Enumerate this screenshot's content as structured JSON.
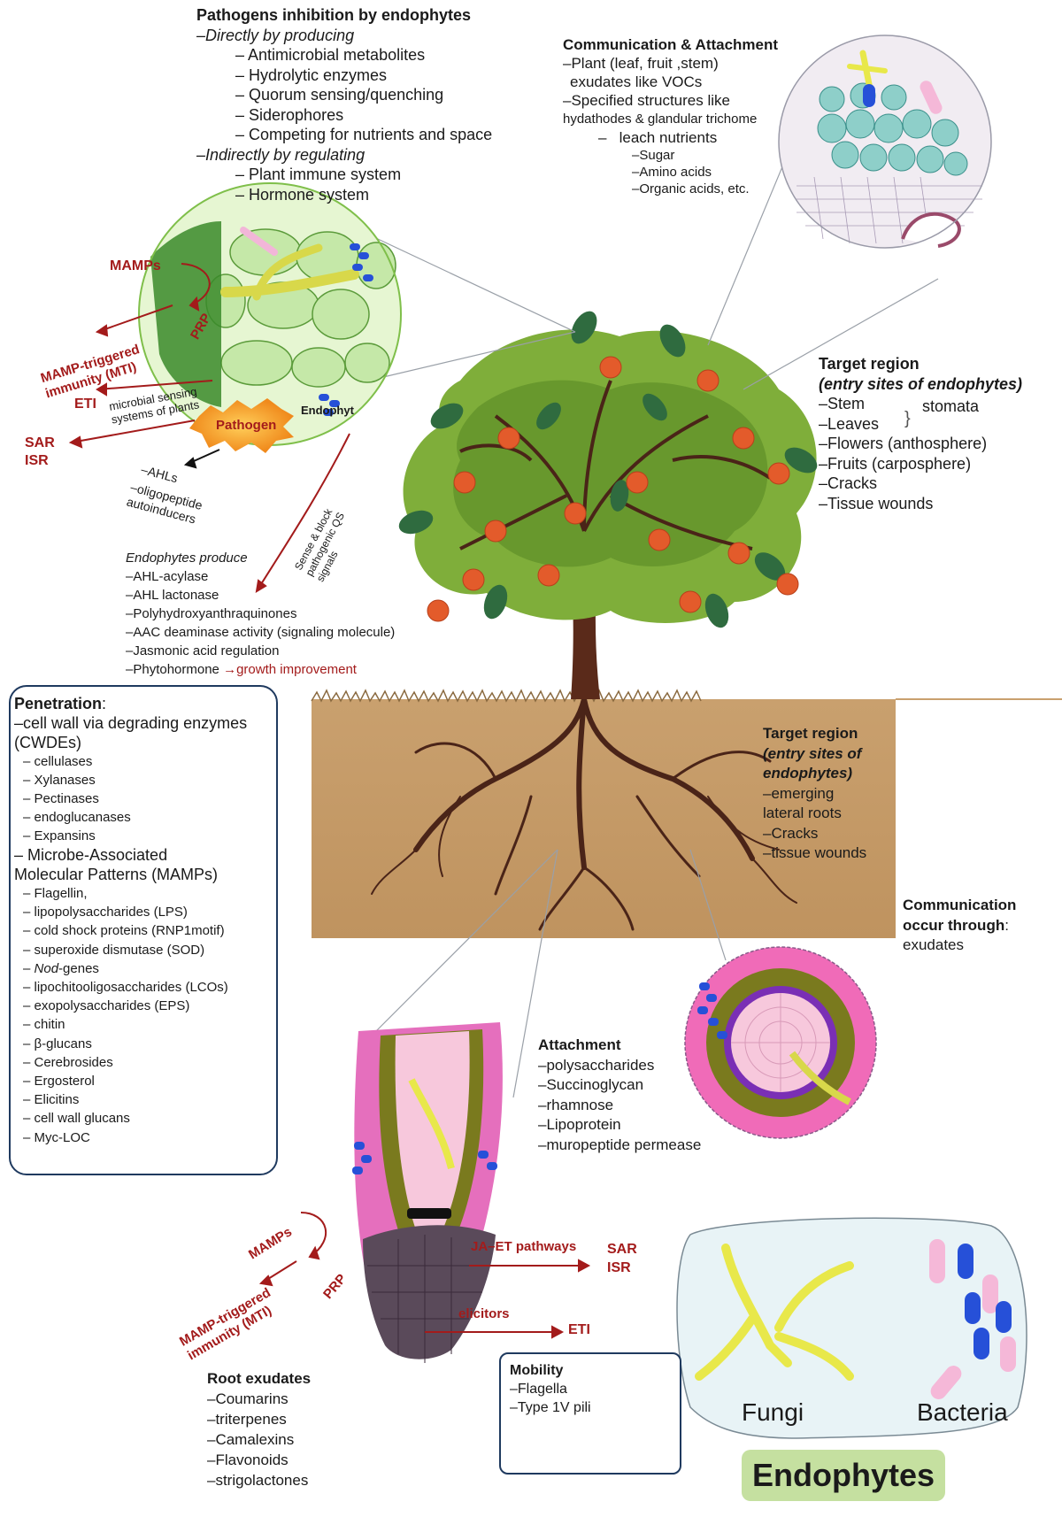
{
  "pathogens_inhibition": {
    "title": "Pathogens inhibition by endophytes",
    "direct_heading": "–Directly by producing",
    "direct_items": [
      "– Antimicrobial metabolites",
      "– Hydrolytic enzymes",
      "– Quorum sensing/quenching",
      "– Siderophores",
      "– Competing for nutrients and space"
    ],
    "indirect_heading": "–Indirectly by regulating",
    "indirect_items": [
      "– Plant immune system",
      "– Hormone system"
    ]
  },
  "communication_attachment": {
    "title": "Communication & Attachment",
    "lines": [
      "–Plant (leaf, fruit ,stem)",
      "exudates like VOCs",
      "–Specified structures like",
      "hydathodes & glandular trichome",
      "–   leach nutrients"
    ],
    "sub_items": [
      "–Sugar",
      "–Amino acids",
      "–Organic acids, etc."
    ]
  },
  "target_region_above": {
    "title": "Target region",
    "subtitle": "(entry sites of endophytes)",
    "items": [
      "–Stem",
      "–Leaves",
      "–Flowers (anthosphere)",
      "–Fruits (carposphere)",
      "–Cracks",
      "–Tissue wounds"
    ],
    "stomata_label": "stomata"
  },
  "leaf_signaling": {
    "mamps": "MAMPs",
    "prp": "PRP",
    "mti": "MAMP-triggered immunity (MTI)",
    "eti": "ETI",
    "sensing": "microbial sensing systems of plants",
    "sar": "SAR",
    "isr": "ISR",
    "pathogen": "Pathogen",
    "endophyte": "Endophyt",
    "ahls": "–AHLs",
    "oligopeptide": "–oligopeptide autoinducers",
    "sense_block": "Sense & block pathogenic QS signals"
  },
  "endophytes_produce": {
    "title": "Endophytes produce",
    "items": [
      "–AHL-acylase",
      "–AHL lactonase",
      "–Polyhydroxyanthraquinones",
      "–AAC deaminase activity (signaling molecule)",
      "–Jasmonic acid regulation"
    ],
    "phytohormone": "–Phytohormone",
    "growth": "→growth improvement"
  },
  "penetration": {
    "title": "Penetration",
    "title_suffix": ":",
    "lines": [
      "–cell wall via degrading enzymes",
      "(CWDEs)"
    ],
    "cwde_items": [
      "– cellulases",
      "– Xylanases",
      "– Pectinases",
      "– endoglucanases",
      "– Expansins"
    ],
    "mamp_lines": [
      "– Microbe-Associated",
      "Molecular Patterns (MAMPs)"
    ],
    "mamp_items": [
      "– Flagellin,",
      "– lipopolysaccharides (LPS)",
      "– cold shock proteins (RNP1motif)",
      "– superoxide dismutase (SOD)"
    ],
    "nod_dash": "– ",
    "nod_italic": "Nod",
    "nod_rest": "-genes",
    "mamp_items2": [
      "– lipochitooligosaccharides (LCOs)",
      "– exopolysaccharides (EPS)",
      "– chitin",
      "– β-glucans",
      "– Cerebrosides",
      "– Ergosterol",
      "– Elicitins",
      "– cell wall glucans",
      "– Myc-LOC"
    ]
  },
  "target_region_root": {
    "title1": "Target region",
    "title2": "(entry sites of",
    "title3": "endophytes)",
    "items": [
      "–emerging",
      "lateral roots",
      "–Cracks",
      "–tissue wounds"
    ]
  },
  "communication_root": {
    "line1": "Communication",
    "line2a": "occur through",
    "line2b": ":",
    "line3": "exudates"
  },
  "attachment": {
    "title": "Attachment",
    "items": [
      "–polysaccharides",
      "–Succinoglycan",
      "–rhamnose",
      "–Lipoprotein",
      "–muropeptide permease"
    ]
  },
  "root_signaling": {
    "mamps": "MAMPs",
    "prp": "PRP",
    "mti": "MAMP-triggered immunity (MTI)",
    "ja_et": "JA–ET pathways",
    "sar": "SAR",
    "isr": "ISR",
    "elicitors": "elicitors",
    "eti": "ETI"
  },
  "root_exudates": {
    "title": "Root exudates",
    "items": [
      "–Coumarins",
      "–triterpenes",
      "–Camalexins",
      "–Flavonoids",
      "–strigolactones"
    ]
  },
  "mobility": {
    "title": "Mobility",
    "items": [
      "–Flagella",
      "–Type 1V pili"
    ]
  },
  "endophytes_panel": {
    "fungi": "Fungi",
    "bacteria": "Bacteria",
    "banner": "Endophytes"
  },
  "colors": {
    "accent_red": "#a31b1b",
    "soil": "#c49a6a",
    "leaf_green": "#7fae3a",
    "fruit_orange": "#e35b2b",
    "box_border": "#1f3a5f"
  }
}
